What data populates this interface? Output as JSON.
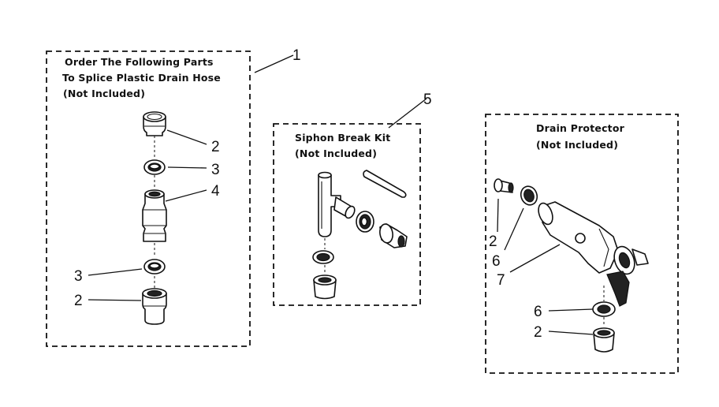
{
  "boxes": {
    "splice": {
      "title_line1": "Order The Following Parts",
      "title_line2": "To Splice Plastic Drain Hose",
      "title_line3": "(Not Included)"
    },
    "siphon": {
      "title_line1": "Siphon Break Kit",
      "title_line2": "(Not Included)"
    },
    "drain": {
      "title_line1": "Drain Protector",
      "title_line2": "(Not Included)"
    }
  },
  "callouts": {
    "c1": "1",
    "c2_top": "2",
    "c3_top": "3",
    "c4": "4",
    "c3_bottom": "3",
    "c2_bottom": "2",
    "c5": "5",
    "c2_drain_left": "2",
    "c6_drain_left": "6",
    "c7": "7",
    "c6_drain_bottom": "6",
    "c2_drain_bottom": "2"
  }
}
